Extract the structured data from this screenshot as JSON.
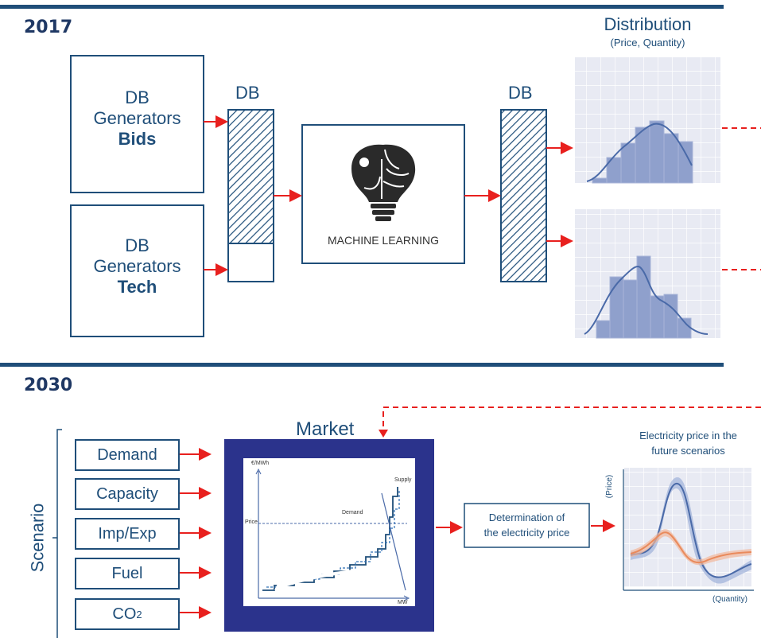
{
  "section_2017": {
    "year": "2017",
    "db_bids": {
      "line1": "DB",
      "line2": "Generators",
      "line3": "Bids"
    },
    "db_tech": {
      "line1": "DB",
      "line2": "Generators",
      "line3": "Tech"
    },
    "db_left_label": "DB",
    "db_right_label": "DB",
    "ml_label": "MACHINE LEARNING",
    "distribution_title": "Distribution",
    "distribution_subtitle": "(Price, Quantity)"
  },
  "section_2030": {
    "year": "2030",
    "scenario_label": "Scenario",
    "inputs": [
      "Demand",
      "Capacity",
      "Imp/Exp",
      "Fuel",
      "CO"
    ],
    "co2_subscript": "2",
    "market_title": "Market",
    "market_chart": {
      "y_axis": "€/MWh",
      "x_axis": "MW",
      "price_label": "Price",
      "demand_label": "Demand",
      "supply_label": "Supply"
    },
    "determination_line1": "Determination of",
    "determination_line2": "the electricity price",
    "result_title_line1": "Electricity price in the",
    "result_title_line2": "future scenarios",
    "result_y_label": "(Price)",
    "result_x_label": "(Quantity)"
  },
  "colors": {
    "dark_blue": "#1f4e79",
    "navy": "#1f3864",
    "market_frame": "#2b338c",
    "arrow_red": "#e8201e",
    "hist_fill": "#8fa0cc",
    "series_blue": "#4a6aa8",
    "series_orange": "#e98a5c"
  },
  "icons": [
    "brain-gear-lightbulb-icon"
  ]
}
